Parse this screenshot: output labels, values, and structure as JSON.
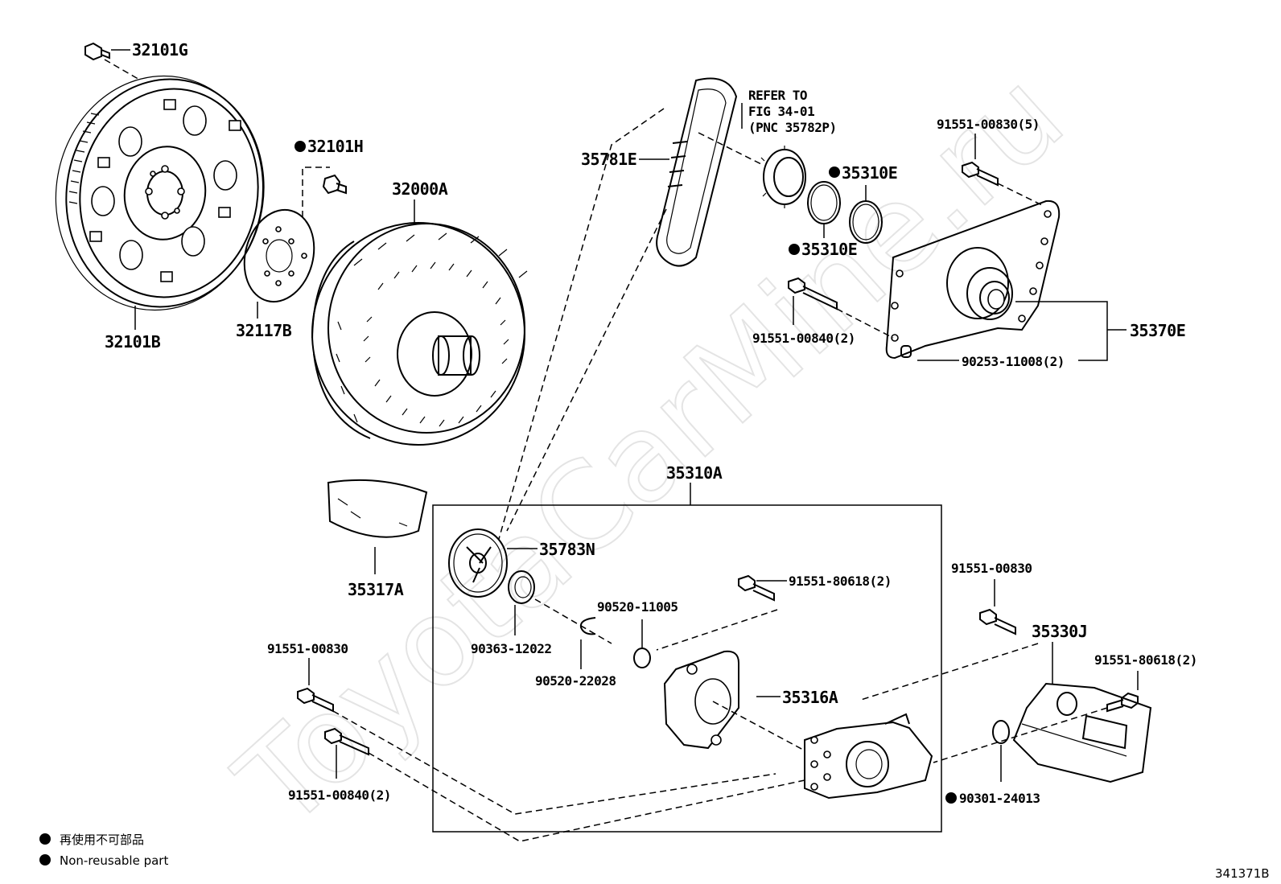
{
  "labels": {
    "p32101G": "32101G",
    "p32101H": "32101H",
    "p32000A": "32000A",
    "p32101B": "32101B",
    "p32117B": "32117B",
    "p35781E": "35781E",
    "refer1": "REFER TO",
    "refer2": "FIG 34-01",
    "refer3": "(PNC 35782P)",
    "p35310E_a": "35310E",
    "p35310E_b": "35310E",
    "p91551_00830_5": "91551-00830(5)",
    "p35370E": "35370E",
    "p91551_00840_2_top": "91551-00840(2)",
    "p90253_11008_2": "90253-11008(2)",
    "p35310A": "35310A",
    "p35783N": "35783N",
    "p35317A": "35317A",
    "p91551_80618_2_mid": "91551-80618(2)",
    "p90520_11005": "90520-11005",
    "p90363_12022": "90363-12022",
    "p90520_22028": "90520-22028",
    "p35316A": "35316A",
    "p91551_00830_left": "91551-00830",
    "p91551_00840_2_bottom": "91551-00840(2)",
    "p91551_00830_right": "91551-00830",
    "p35330J": "35330J",
    "p91551_80618_2_right": "91551-80618(2)",
    "p90301_24013": "90301-24013"
  },
  "legend": {
    "jp": "再使用不可部品",
    "en": "Non-reusable part"
  },
  "figure_number": "341371B",
  "watermark": "ToyotaCarMine.ru"
}
